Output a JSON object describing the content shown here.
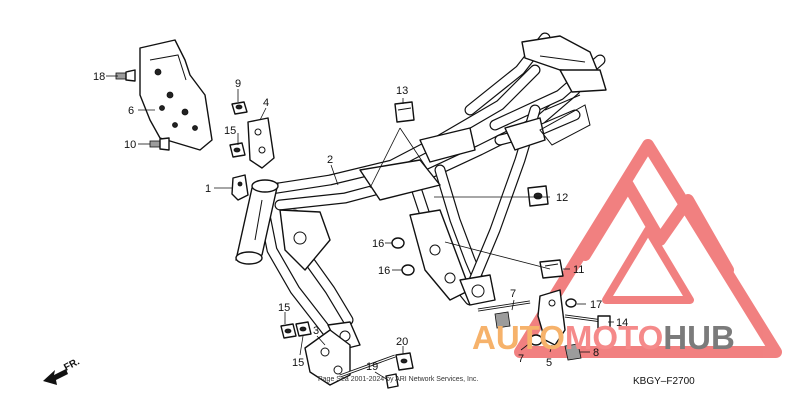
{
  "diagram": {
    "callouts": [
      "18",
      "6",
      "10",
      "9",
      "4",
      "15",
      "1",
      "13",
      "2",
      "12",
      "16",
      "16",
      "11",
      "15",
      "3",
      "15",
      "20",
      "19",
      "7",
      "17",
      "14",
      "7",
      "8",
      "5"
    ],
    "front_arrow_label": "FR.",
    "diagram_code": "KBGY–F2700",
    "copyright_text": "Page Sea 2001-2024 by ARI Network Services, Inc."
  },
  "watermark": {
    "text_part1": "AUTO",
    "text_part2": "MOTO",
    "text_part3": "HUB",
    "color_part1": "#f6b26b",
    "color_part2": "#f58a8a",
    "color_part3": "#7b7b7b",
    "logo_color": "#ef6b6b"
  }
}
